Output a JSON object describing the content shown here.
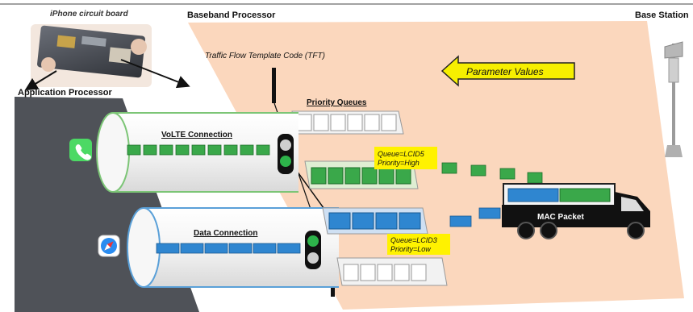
{
  "labels": {
    "iphone_board": "iPhone circuit board",
    "baseband": "Baseband Processor",
    "base_station": "Base Station",
    "application_processor": "Application Processor",
    "tft": "Traffic Flow Template Code (TFT)",
    "parameter_values": "Parameter Values",
    "priority_queues": "Priority Queues",
    "volte_connection": "VoLTE Connection",
    "data_connection": "Data Connection",
    "mac_packet": "MAC Packet",
    "queue_high_line1": "Queue=LCID5",
    "queue_high_line2": "Priority=High",
    "queue_low_line1": "Queue=LCID3",
    "queue_low_line2": "Priority=Low"
  },
  "colors": {
    "baseband_panel": "#fbd7bd",
    "app_processor_panel": "#4f5258",
    "volte_packet": "#3aa84a",
    "data_packet": "#2f86d0",
    "tag_yellow": "#fff200",
    "arrow_yellow": "#f6ef00",
    "volte_pipe_border": "#7cc576",
    "data_pipe_border": "#5aa0d8"
  },
  "icons": {
    "phone": "phone-app-icon",
    "safari": "safari-compass-icon"
  }
}
